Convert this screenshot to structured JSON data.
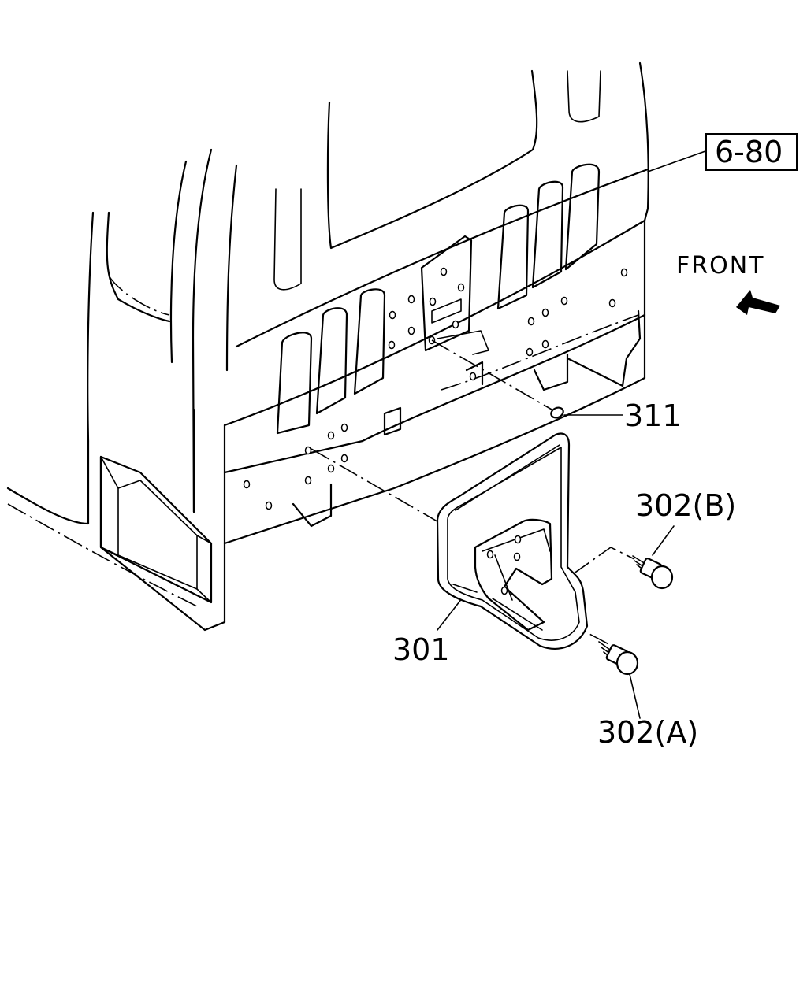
{
  "labels": {
    "ref": "6-80",
    "front": "FRONT",
    "p311": "311",
    "p302b": "302(B)",
    "p301": "301",
    "p302a": "302(A)"
  }
}
